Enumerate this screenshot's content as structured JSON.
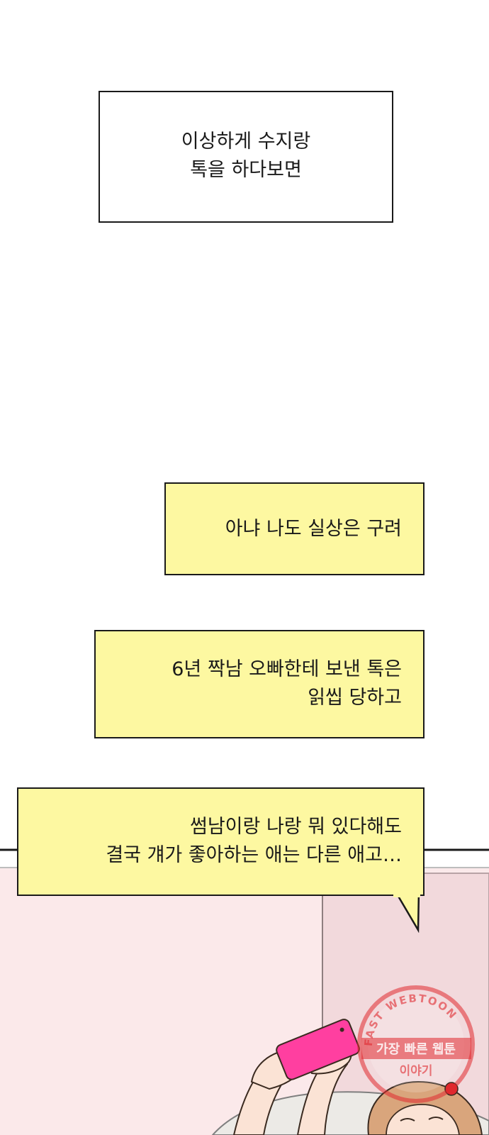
{
  "panel1": {
    "narration": [
      "이상하게 수지랑",
      "톡을 하다보면"
    ]
  },
  "panel2": {
    "bubble1": [
      "아냐 나도 실상은 구려"
    ],
    "bubble2": [
      "6년 짝남 오빠한테 보낸 톡은",
      "읽씹 당하고"
    ],
    "bubble3": [
      "썸남이랑 나랑 뭐 있다해도",
      "결국 걔가 좋아하는 애는 다른 애고…"
    ]
  },
  "colors": {
    "bubble_fill": "#fdf8a1",
    "outline": "#1a1a1a",
    "room_wall": "#fbe9ea",
    "phone": "#ff3fa0",
    "watermark": "#e0282e"
  },
  "scene": {
    "description_icon": "girl-lying-with-phone-illustration"
  },
  "watermark": {
    "arc_text": "FAST WEBTOON",
    "line1": "가장 빠른 웹툰",
    "line2": "이야기"
  }
}
